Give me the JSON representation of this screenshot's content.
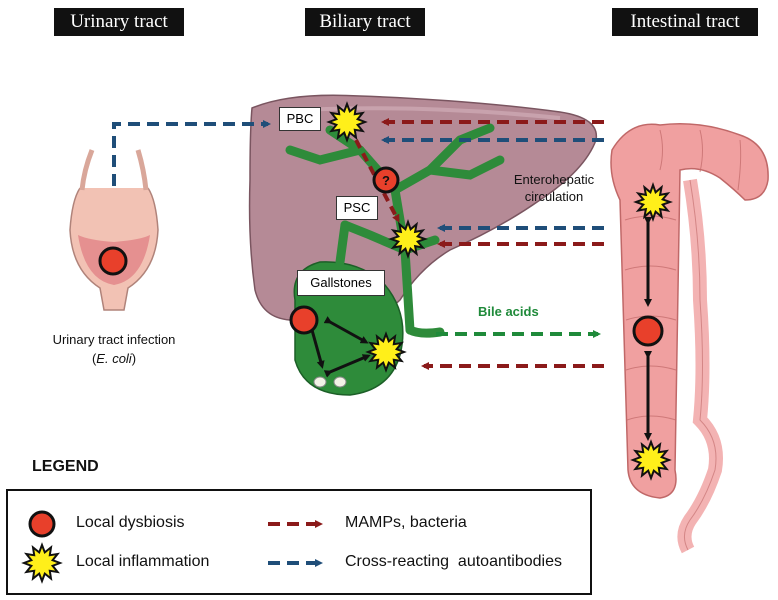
{
  "headers": {
    "urinary": "Urinary tract",
    "biliary": "Biliary tract",
    "intestinal": "Intestinal tract"
  },
  "labels": {
    "pbc": "PBC",
    "psc": "PSC",
    "gallstones": "Gallstones",
    "question": "?",
    "enterohepatic_1": "Enterohepatic",
    "enterohepatic_2": "circulation",
    "bile_acids": "Bile acids",
    "uti_1": "Urinary tract infection",
    "uti_open": "(",
    "uti_ecoli": "E. coli",
    "uti_close": ")"
  },
  "legend": {
    "title": "LEGEND",
    "dysbiosis": "Local dysbiosis",
    "inflammation": "Local inflammation",
    "mamps": "MAMPs, bacteria",
    "autoantibodies": "Cross-reacting  autoantibodies"
  },
  "colors": {
    "red_arrow": "#8b1a1a",
    "blue_arrow": "#1f4e79",
    "green_arrow": "#1f8a3a",
    "liver": "#b58a96",
    "bile_duct": "#2e8b3a",
    "dysbiosis_fill": "#e8402b",
    "inflammation_fill": "#ffef1a",
    "intestine": "#f0a0a0"
  }
}
